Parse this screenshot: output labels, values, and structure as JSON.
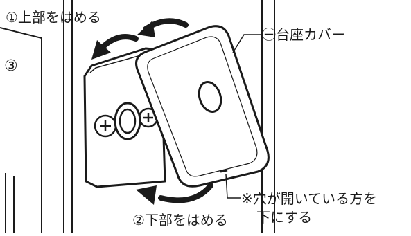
{
  "labels": {
    "step1": "①上部をはめる",
    "step2": "②下部をはめる",
    "part": "㊀台座カバー",
    "note_line1": "※穴が開いている方を",
    "note_line2": "下にする",
    "wall_number": "③"
  },
  "icons": {
    "arrow_top": "curved-arrow-icon",
    "arrow_bottom": "curved-arrow-icon",
    "screw": "screw-icon"
  },
  "colors": {
    "stroke": "#1a1a1a",
    "fill": "#ffffff"
  }
}
